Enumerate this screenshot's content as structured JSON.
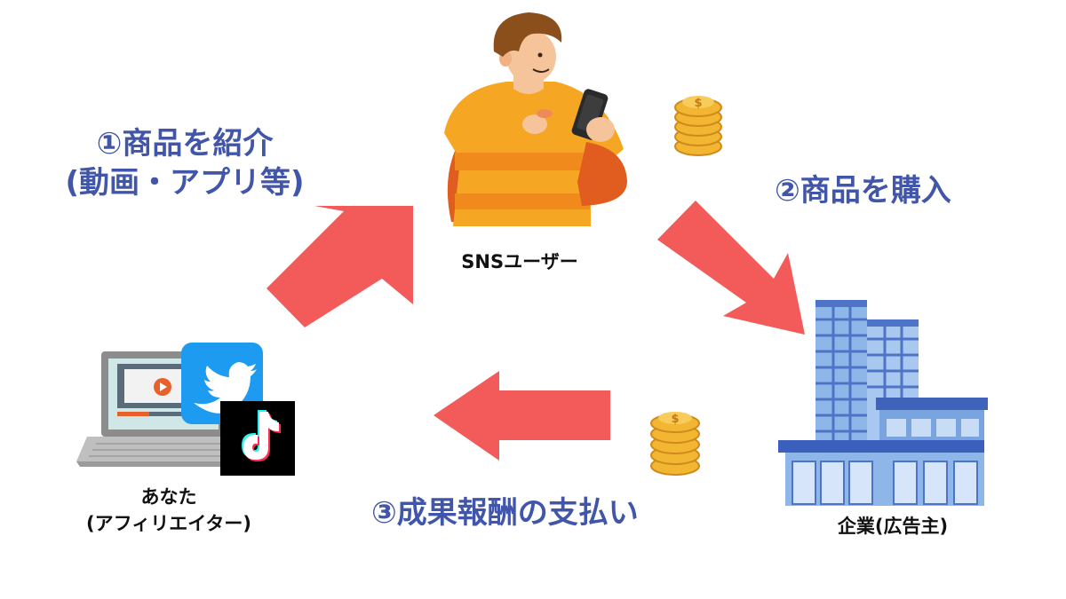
{
  "steps": {
    "introduce_line1": "①商品を紹介",
    "introduce_line2": "(動画・アプリ等)",
    "purchase": "②商品を購入",
    "payment": "③成果報酬の支払い"
  },
  "actors": {
    "sns_user": "SNSユーザー",
    "you_line1": "あなた",
    "you_line2": "(アフィリエイター)",
    "company": "企業(広告主)"
  },
  "colors": {
    "step_text": "#4156a8",
    "arrow": "#f35a5a",
    "caption_text": "#111111"
  },
  "icons": [
    "person-with-phone-icon",
    "coin-stack-icon",
    "office-building-icon",
    "laptop-video-icon",
    "twitter-bird-icon",
    "tiktok-note-icon"
  ]
}
